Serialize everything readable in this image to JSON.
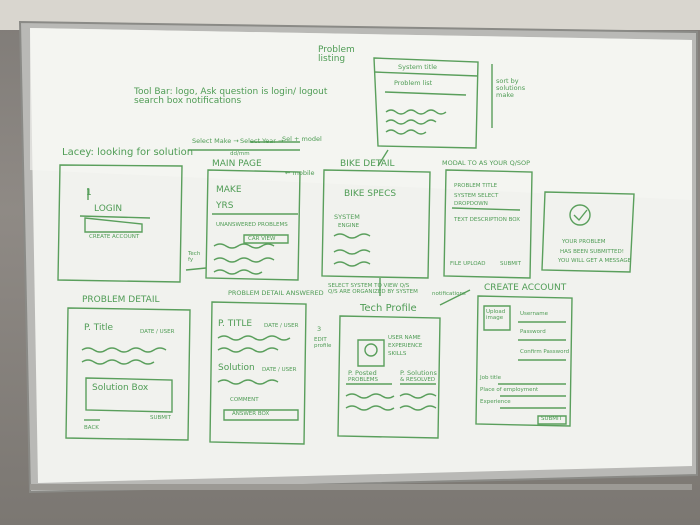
{
  "whiteboard": {
    "problem_listing_heading": "Problem\nlisting",
    "toolbar_note": "Tool Bar: logo, Ask question is login/ logout\nsearch box        notifications",
    "lacey_heading": "Lacey: looking for solution",
    "flow_note_left": "Select Make →",
    "flow_note_mid": "Select Year →",
    "flow_note_right": "Sel + model",
    "flow_note_dd": "dd/mm",
    "mobile_note": "← mobile",
    "sort_note": "sort by\nsolutions\nmake",
    "frames": {
      "login": {
        "marker": "1",
        "label": "LOGIN",
        "button": "CREATE ACCOUNT",
        "side_note": "Tech\nfy"
      },
      "main_page": {
        "heading": "MAIN PAGE",
        "make": "MAKE",
        "year": "YRS",
        "unanswered": "UNANSWERED PROBLEMS",
        "chip": "CAR VIEW"
      },
      "system_title": {
        "heading": "System title",
        "header": "Problem list"
      },
      "bike_detail": {
        "heading": "BIKE DETAIL",
        "specs": "BIKE SPECS",
        "system": "SYSTEM",
        "sub": "ENGINE",
        "note": "SELECT SYSTEM TO VIEW Q/S\nQ/S ARE ORGANIZED BY SYSTEM"
      },
      "modal": {
        "heading": "MODAL TO AS YOUR Q/SOP",
        "lines": [
          "PROBLEM TITLE",
          "SYSTEM SELECT",
          "DROPDOWN",
          "TEXT DESCRIPTION BOX"
        ],
        "footer_left": "FILE UPLOAD",
        "footer_right": "SUBMIT"
      },
      "confirm": {
        "lines": [
          "YOUR PROBLEM",
          "HAS BEEN SUBMITTED!",
          "YOU WILL GET A MESSAGE"
        ]
      },
      "problem_detail": {
        "heading": "PROBLEM DETAIL",
        "title": "P. Title",
        "date": "DATE / USER",
        "solution": "Solution Box",
        "left": "BACK",
        "right": "SUBMIT"
      },
      "problem_answered": {
        "heading": "PROBLEM DETAIL ANSWERED",
        "title": "P. TITLE",
        "date": "DATE / USER",
        "solution": "Solution",
        "solution_meta": "DATE / USER",
        "comment": "COMMENT",
        "answer": "ANSWER BOX"
      },
      "tech_profile": {
        "heading": "Tech Profile",
        "marker": "3",
        "note": "EDIT\nprofile",
        "badges": [
          "USER NAME",
          "EXPERIENCE",
          "SKILLS"
        ],
        "col_left": "P. Posted",
        "col_right": "P. Solutions",
        "col_left_sub": "PROBLEMS",
        "col_right_sub": "& RESOLVED"
      },
      "create_account": {
        "heading": "CREATE ACCOUNT",
        "upload": "Upload\nimage",
        "fields": [
          "Username",
          "Password",
          "Confirm Password",
          "Job title",
          "Place of employment",
          "Experience"
        ],
        "button": "SUBMIT"
      }
    },
    "notification_note": "notifications"
  }
}
